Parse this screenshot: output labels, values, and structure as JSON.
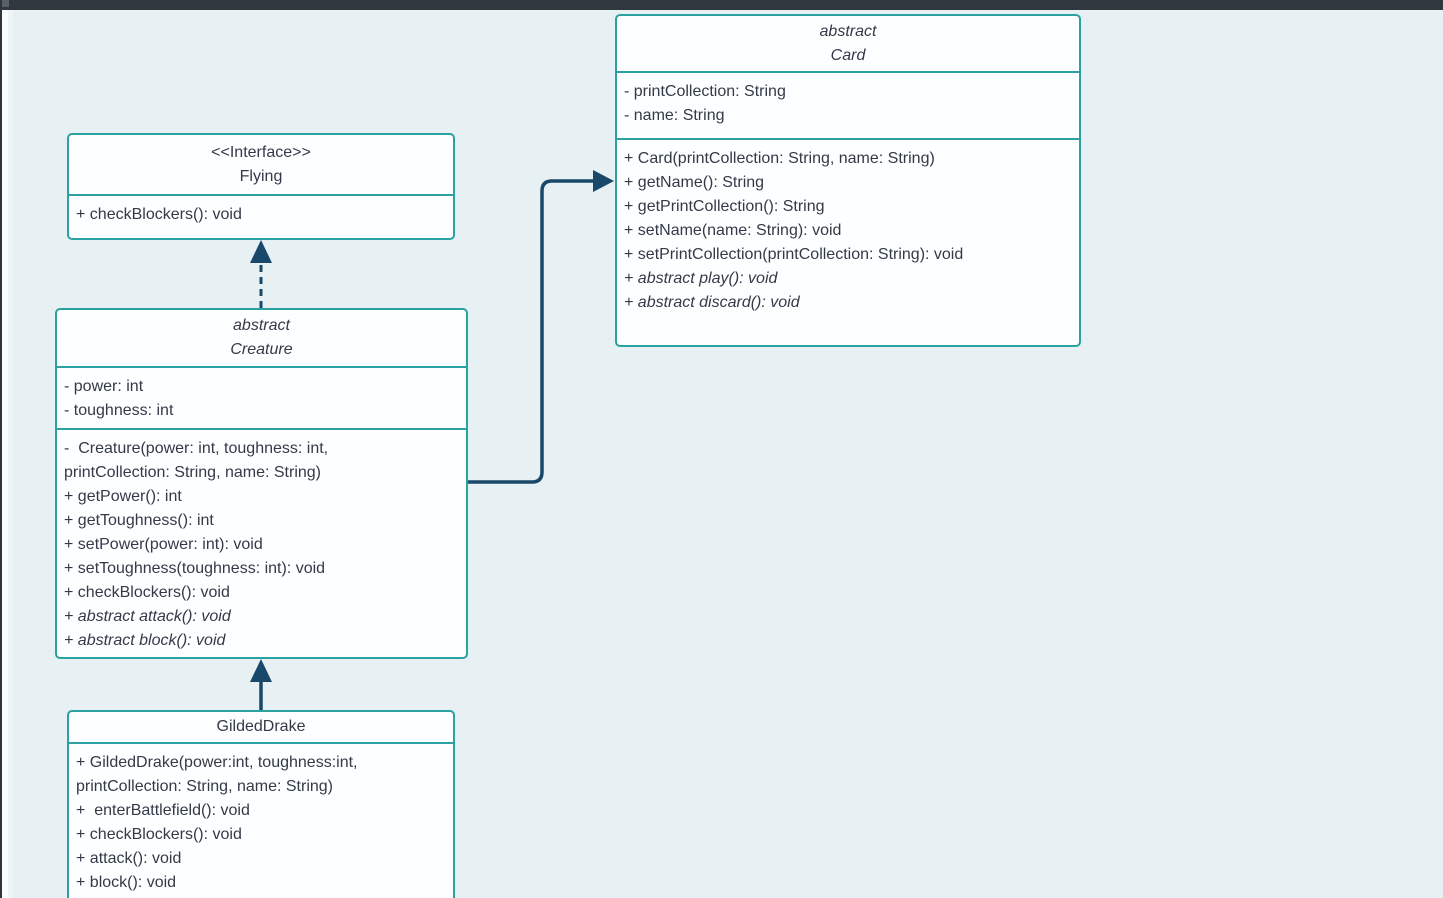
{
  "canvas": {
    "background_color": "#e7f0f3",
    "box_border_color": "#2aa2a2",
    "arrow_color": "#1a486a",
    "text_color": "#333a47",
    "top_bar_color": "#31373e"
  },
  "classes": {
    "card": {
      "stereotype": "abstract",
      "name": "Card",
      "attributes": [
        "- printCollection: String",
        "- name: String"
      ],
      "methods": [
        {
          "text": "+ Card(printCollection: String, name: String)",
          "italic": false
        },
        {
          "text": "+ getName(): String",
          "italic": false
        },
        {
          "text": "+ getPrintCollection(): String",
          "italic": false
        },
        {
          "text": "+ setName(name: String): void",
          "italic": false
        },
        {
          "text": "+ setPrintCollection(printCollection: String): void",
          "italic": false
        },
        {
          "text": "+ abstract play(): void",
          "italic": true
        },
        {
          "text": "+ abstract discard(): void",
          "italic": true
        }
      ]
    },
    "flying": {
      "stereotype": "<<Interface>>",
      "name": "Flying",
      "attributes": [],
      "methods": [
        {
          "text": "+ checkBlockers(): void",
          "italic": false
        }
      ]
    },
    "creature": {
      "stereotype": "abstract",
      "name": "Creature",
      "attributes": [
        "- power: int",
        "- toughness: int"
      ],
      "methods": [
        {
          "text": "-  Creature(power: int, toughness: int,",
          "italic": false
        },
        {
          "text": "printCollection: String, name: String)",
          "italic": false
        },
        {
          "text": "+ getPower(): int",
          "italic": false
        },
        {
          "text": "+ getToughness(): int",
          "italic": false
        },
        {
          "text": "+ setPower(power: int): void",
          "italic": false
        },
        {
          "text": "+ setToughness(toughness: int): void",
          "italic": false
        },
        {
          "text": "+ checkBlockers(): void",
          "italic": false
        },
        {
          "text": "+ abstract attack(): void",
          "italic": true
        },
        {
          "text": "+ abstract block(): void",
          "italic": true
        }
      ]
    },
    "gildeddrake": {
      "name": "GildedDrake",
      "attributes": [],
      "methods": [
        {
          "text": "+ GildedDrake(power:int, toughness:int,",
          "italic": false
        },
        {
          "text": "printCollection: String, name: String)",
          "italic": false
        },
        {
          "text": "+  enterBattlefield(): void",
          "italic": false
        },
        {
          "text": "+ checkBlockers(): void",
          "italic": false
        },
        {
          "text": "+ attack(): void",
          "italic": false
        },
        {
          "text": "+ block(): void",
          "italic": false
        }
      ]
    }
  },
  "relationships": [
    {
      "from": "Creature",
      "to": "Flying",
      "type": "interface-realization",
      "line": "dashed",
      "arrowhead": "filled-triangle"
    },
    {
      "from": "Creature",
      "to": "Card",
      "type": "inheritance",
      "line": "solid",
      "arrowhead": "filled-triangle"
    },
    {
      "from": "GildedDrake",
      "to": "Creature",
      "type": "inheritance",
      "line": "solid",
      "arrowhead": "filled-triangle"
    }
  ]
}
